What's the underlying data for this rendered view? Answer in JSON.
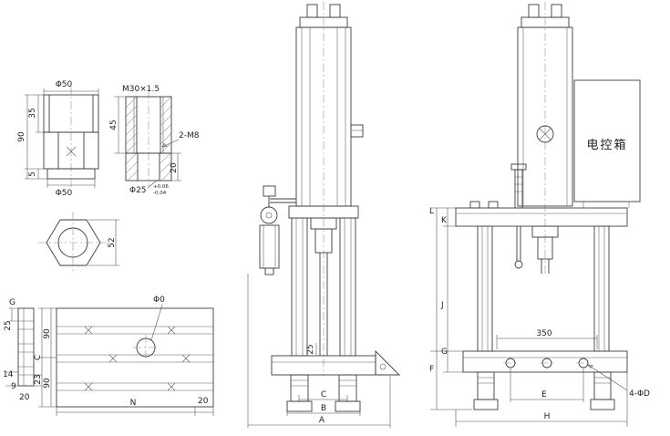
{
  "drawing": {
    "bushing": {
      "dia_top": "Φ50",
      "h_total": "90",
      "h_top": "35",
      "h_bottom": "5",
      "dia_bottom": "Φ50"
    },
    "thread_detail": {
      "thread": "M30×1.5",
      "h_upper": "45",
      "h_lower": "20",
      "callout": "2-M8",
      "bore": "Φ25",
      "tol_plus": "+0.06",
      "tol_minus": "-0.04"
    },
    "hex_view": {
      "across_flats": "52"
    },
    "strip_view": {
      "g": "G",
      "d25": "25",
      "d14": "14",
      "d9": "9",
      "d20": "20",
      "d23": "23"
    },
    "plate_view": {
      "hole_callout": "Φ0",
      "d90_top": "90",
      "d90_bottom": "90",
      "c": "C",
      "n": "N",
      "d20": "20"
    },
    "front_view": {
      "d25": "25",
      "c": "C",
      "b": "B",
      "a": "A"
    },
    "side_view": {
      "control_box": "电控箱",
      "l": "L",
      "k": "K",
      "j": "J",
      "g": "G",
      "f": "F",
      "d350": "350",
      "e": "E",
      "h": "H",
      "holes_callout": "4-ΦD"
    }
  }
}
